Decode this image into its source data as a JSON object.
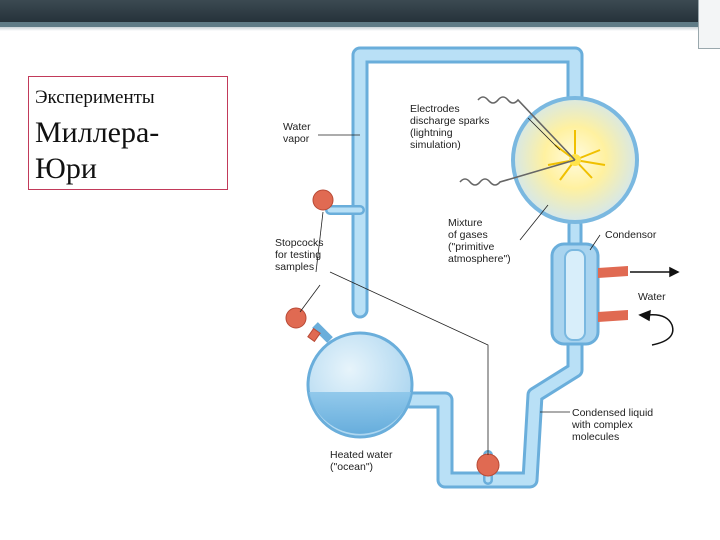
{
  "title": {
    "small": "Эксперименты",
    "line1": "Миллера-",
    "line2": "Юри"
  },
  "diagram": {
    "labels": {
      "water_vapor": [
        "Water",
        "vapor"
      ],
      "electrodes": [
        "Electrodes",
        "discharge sparks",
        "(lightning",
        "simulation)"
      ],
      "mixture": [
        "Mixture",
        "of gases",
        "(\"primitive",
        "atmosphere\")"
      ],
      "condensor": [
        "Condensor"
      ],
      "water": [
        "Water"
      ],
      "stopcocks": [
        "Stopcocks",
        "for testing",
        "samples"
      ],
      "condensed": [
        "Condensed liquid",
        "with complex",
        "molecules"
      ],
      "heated": [
        "Heated water",
        "(\"ocean\")"
      ]
    },
    "colors": {
      "tube": "#9fd0ee",
      "tube_edge": "#6aaedb",
      "flask": "#c8e5f6",
      "spark_glow": "#fff3a8",
      "stopcock": "#e06a52",
      "title_border": "#c23a5a"
    }
  }
}
